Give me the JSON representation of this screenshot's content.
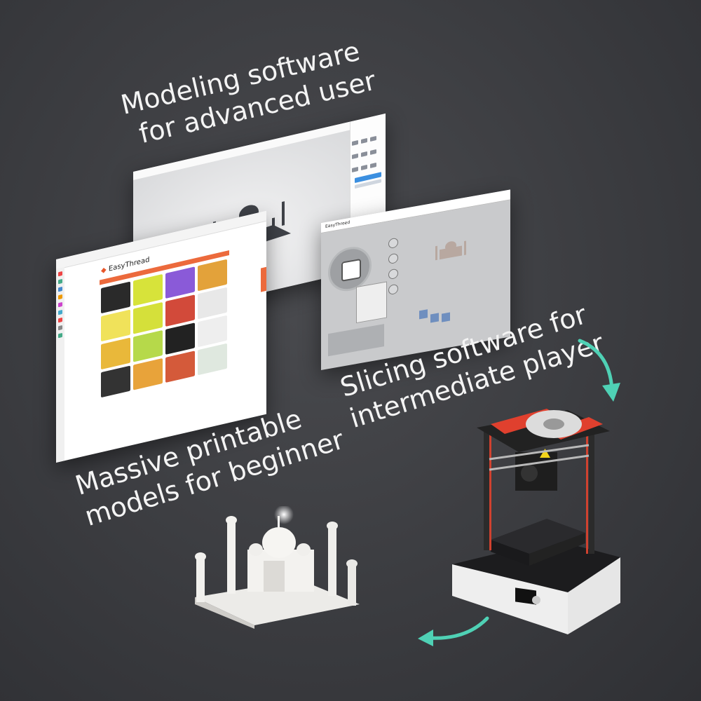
{
  "captions": {
    "modeling": [
      "Modeling software",
      "for advanced user"
    ],
    "slicing": [
      "Slicing software for",
      "intermediate player"
    ],
    "models": [
      "Massive printable",
      "models for beginner"
    ]
  },
  "webpage": {
    "logo": "EasyThread"
  },
  "slicing_app": {
    "title": "EasyThreed"
  },
  "colors": {
    "background": "#3b3c40",
    "accent_arrow": "#4fd1b5",
    "brand_orange": "#ec6a3c",
    "printer_red": "#e0402e"
  },
  "icons": {
    "arrows": "circular-refresh-arrows"
  }
}
